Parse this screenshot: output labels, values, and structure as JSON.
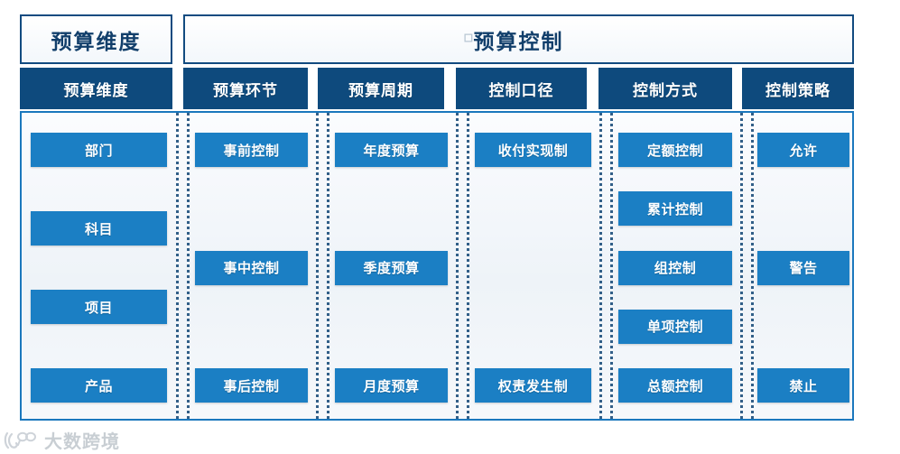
{
  "diagram": {
    "titles": [
      {
        "label": "预算维度"
      },
      {
        "label": "预算控制"
      }
    ],
    "columns": [
      {
        "header": "预算维度",
        "items": [
          "部门",
          "科目",
          "项目",
          "产品"
        ],
        "slots": [
          0,
          1,
          2,
          3
        ],
        "slot_count": 4
      },
      {
        "header": "预算环节",
        "items": [
          "事前控制",
          "事中控制",
          "事后控制"
        ],
        "slots": [
          0,
          1,
          2
        ],
        "slot_count": 3
      },
      {
        "header": "预算周期",
        "items": [
          "年度预算",
          "季度预算",
          "月度预算"
        ],
        "slots": [
          0,
          1,
          2
        ],
        "slot_count": 3
      },
      {
        "header": "控制口径",
        "items": [
          "收付实现制",
          "权责发生制"
        ],
        "slots": [
          0,
          2
        ],
        "slot_count": 3
      },
      {
        "header": "控制方式",
        "items": [
          "定额控制",
          "累计控制",
          "组控制",
          "单项控制",
          "总额控制"
        ],
        "slots": [
          0,
          1,
          2,
          3,
          4
        ],
        "slot_count": 5
      },
      {
        "header": "控制策略",
        "items": [
          "允许",
          "警告",
          "禁止"
        ],
        "slots": [
          0,
          1,
          2
        ],
        "slot_count": 3
      }
    ],
    "artifact": "▫"
  },
  "watermark": {
    "text": "大数跨境",
    "logo": "brand-logo-icon"
  },
  "colors": {
    "header_navy": "#0e4a7d",
    "chip_blue": "#1b7fc4",
    "frame_blue": "#1b78bd",
    "title_text": "#123f6b",
    "panel_bg": "#f2f6fa",
    "separator": "#1d4f7c"
  }
}
